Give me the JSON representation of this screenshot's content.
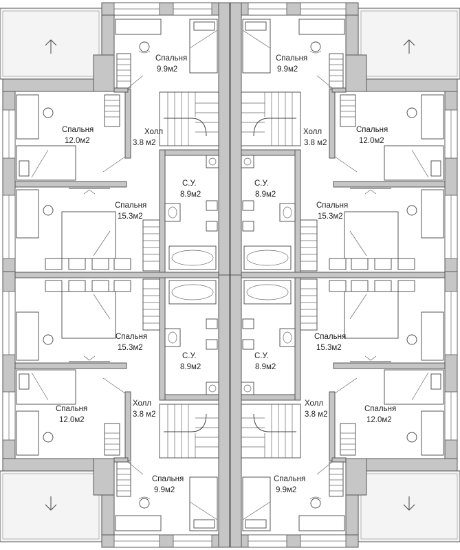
{
  "rooms": {
    "bed_small": "Спальня",
    "area_9_9": "9.9м2",
    "bed_mid": "Спальня",
    "area_12_0": "12.0м2",
    "bed_large": "Спальня",
    "area_15_3": "15.3м2",
    "hall": "Холл",
    "area_3_8": "3.8 м2",
    "wc": "С.У.",
    "area_8_9": "8.9м2"
  }
}
